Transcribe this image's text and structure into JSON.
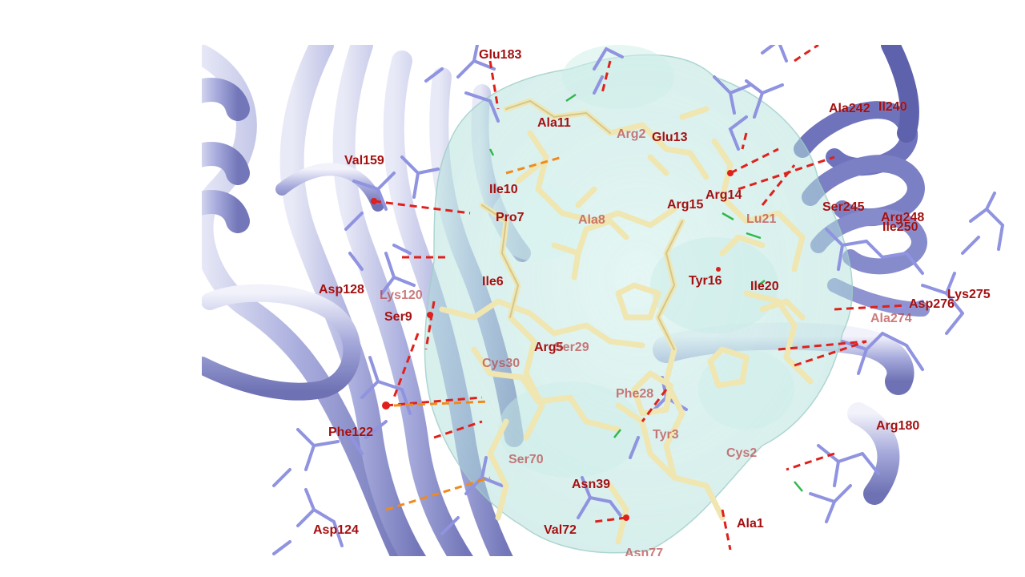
{
  "colors": {
    "background": "#ffffff",
    "receptor_ribbon": "#a9addd",
    "receptor_ribbon_dark": "#7c80c4",
    "receptor_sticks": "#8f93e0",
    "ligand_sticks": "#efe6b2",
    "ligand_surface": "#bfe6e2",
    "hbond_red": "#e0201a",
    "hydrophobic_orange": "#f08a1c",
    "halogen_green": "#2fb84a",
    "label_color": "#a40f10"
  },
  "residue_labels": [
    "Glu183",
    "Ala11",
    "Arg2",
    "Glu13",
    "Ala242",
    "Il240",
    "Val159",
    "Ile10",
    "Arg14",
    "Ser245",
    "Pro7",
    "Ala8",
    "Arg15",
    "Lu21",
    "Arg248",
    "Ile250",
    "Asp128",
    "Lys120",
    "Ile6",
    "Tyr16",
    "Ile20",
    "Lys275",
    "Asp276",
    "Ser9",
    "Ala274",
    "Arg5",
    "Ser29",
    "Cys30",
    "Phe28",
    "Phe122",
    "Arg180",
    "Tyr3",
    "Cys2",
    "Ser70",
    "Asn39",
    "Asp124",
    "Val72",
    "Ala1",
    "Asn77"
  ]
}
